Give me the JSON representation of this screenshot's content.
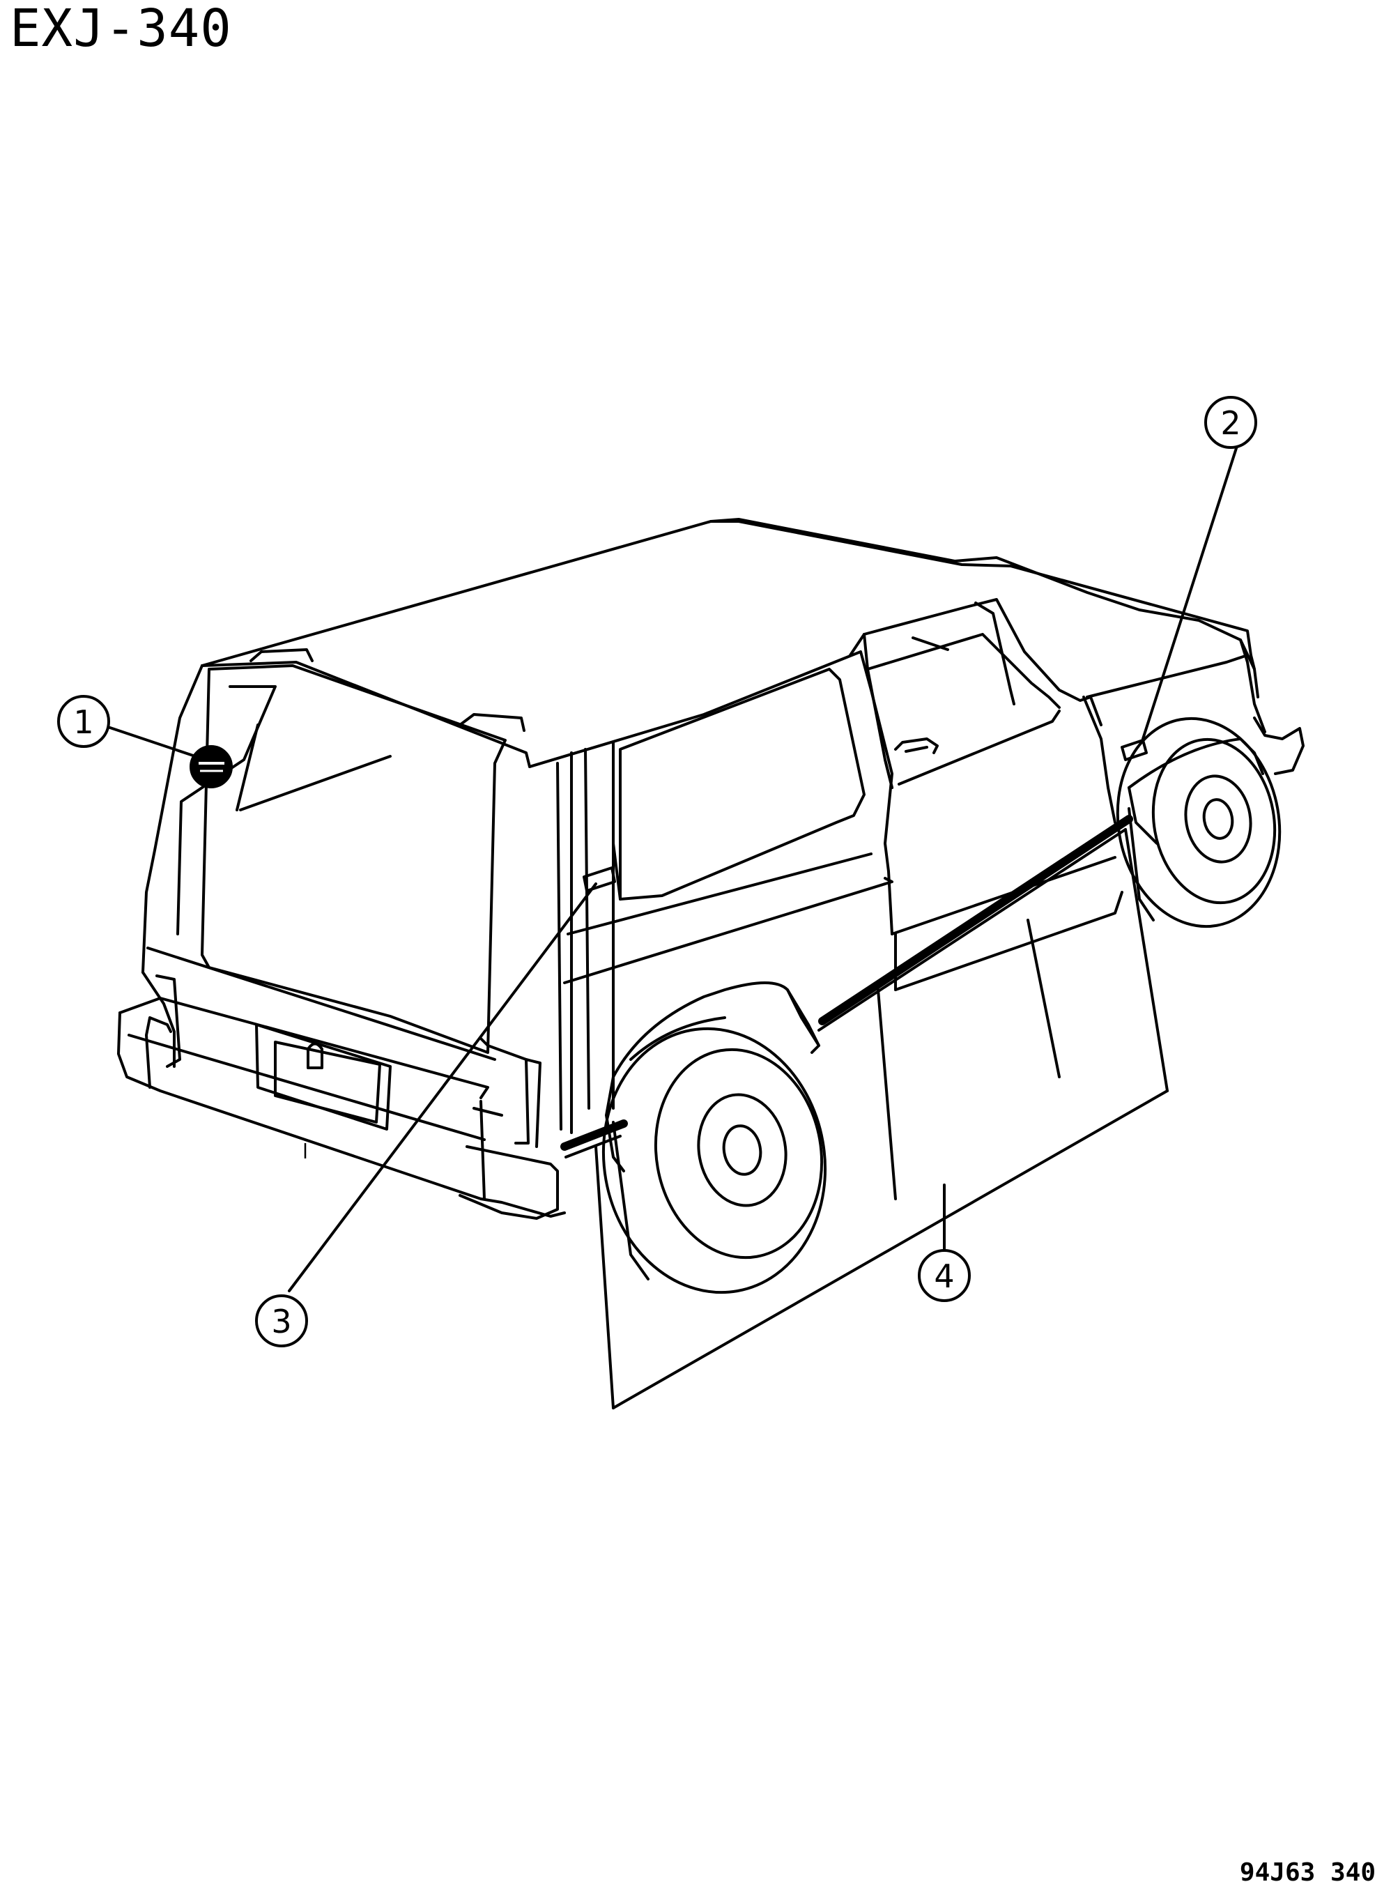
{
  "title": "EXJ-340",
  "figure_code": "94J63 340",
  "callouts": [
    {
      "number": "1"
    },
    {
      "number": "2"
    },
    {
      "number": "3"
    },
    {
      "number": "4"
    }
  ]
}
